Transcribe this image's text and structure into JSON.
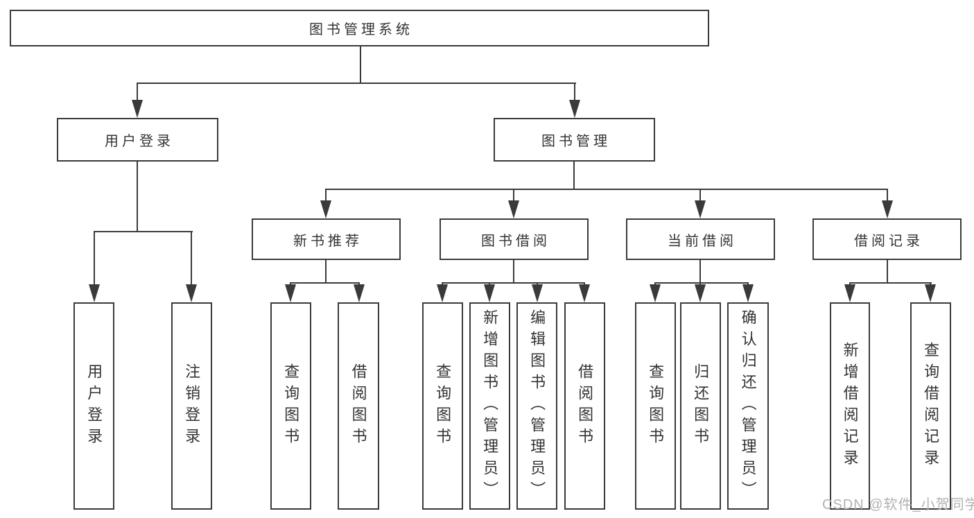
{
  "diagram": {
    "root": {
      "label": "图书管理系统"
    },
    "branches": [
      {
        "label": "用户登录",
        "leaves": [
          {
            "label": "用户登录"
          },
          {
            "label": "注销登录"
          }
        ]
      },
      {
        "label": "图书管理",
        "groups": [
          {
            "label": "新书推荐",
            "leaves": [
              {
                "label": "查询图书"
              },
              {
                "label": "借阅图书"
              }
            ]
          },
          {
            "label": "图书借阅",
            "leaves": [
              {
                "label": "查询图书"
              },
              {
                "label": "新增图书（管理员）"
              },
              {
                "label": "编辑图书（管理员）"
              },
              {
                "label": "借阅图书"
              }
            ]
          },
          {
            "label": "当前借阅",
            "leaves": [
              {
                "label": "查询图书"
              },
              {
                "label": "归还图书"
              },
              {
                "label": "确认归还（管理员）"
              }
            ]
          },
          {
            "label": "借阅记录",
            "leaves": [
              {
                "label": "新增借阅记录"
              },
              {
                "label": "查询借阅记录"
              }
            ]
          }
        ]
      }
    ]
  },
  "watermark": {
    "text": "CSDN @软件_小贺同学"
  },
  "colors": {
    "line": "#3a3a3a",
    "text": "#333333",
    "watermark": "#b2b2b2",
    "background": "#ffffff"
  }
}
